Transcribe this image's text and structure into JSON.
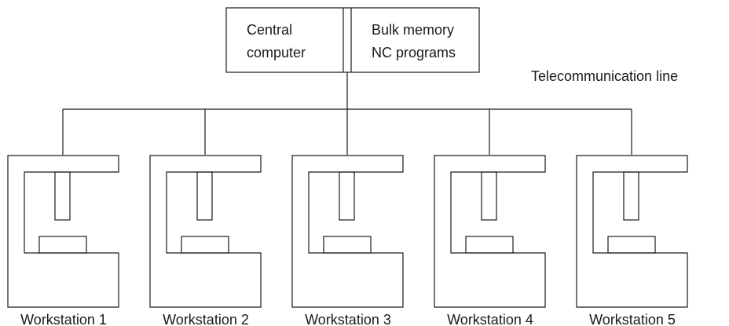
{
  "central_unit": {
    "computer_label_line1": "Central",
    "computer_label_line2": "computer",
    "memory_label_line1": "Bulk memory",
    "memory_label_line2": "NC programs"
  },
  "telecom_line_label": "Telecommunication line",
  "workstations": [
    {
      "label": "Workstation 1"
    },
    {
      "label": "Workstation 2"
    },
    {
      "label": "Workstation 3"
    },
    {
      "label": "Workstation 4"
    },
    {
      "label": "Workstation 5"
    }
  ]
}
